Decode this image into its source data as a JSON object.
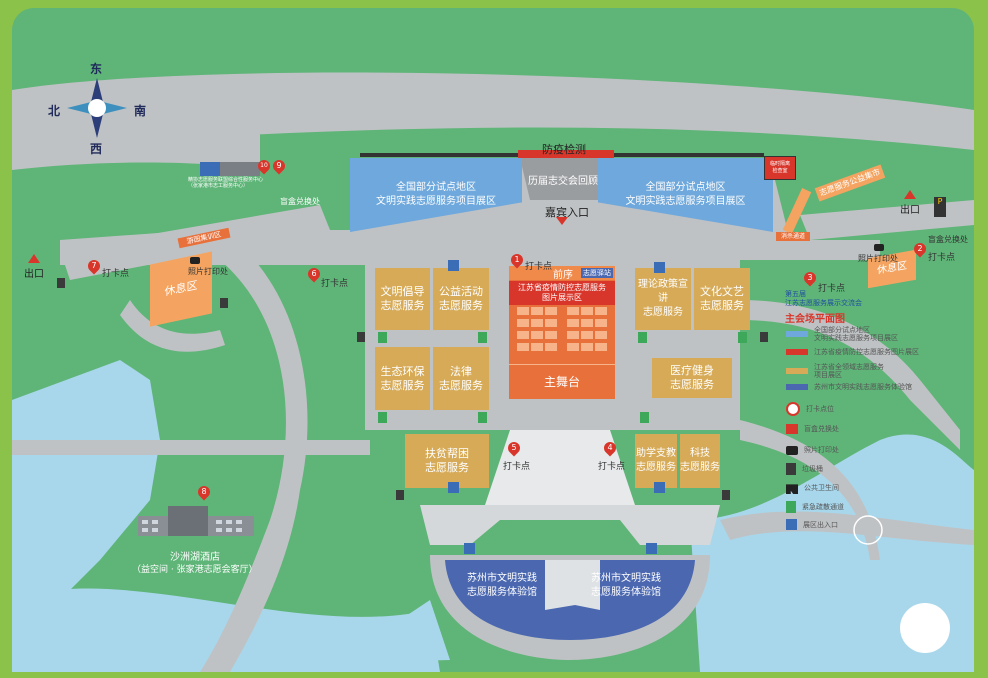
{
  "compass": {
    "north": "北",
    "south": "南",
    "east": "东",
    "west": "西"
  },
  "entrance": {
    "checkpoint": "防疫检测",
    "corridor": "历届志交会回顾",
    "vip": "嘉宾入口"
  },
  "exhibition": {
    "left": "全国部分试点地区\n文明实践志愿服务项目展区",
    "right": "全国部分试点地区\n文明实践志愿服务项目展区"
  },
  "top_right_box": "临时隔离\n检查室",
  "market_strip": "志愿服务公益集市",
  "mini_strip_left": "游园集训区",
  "mini_strip_right": "消杀通道",
  "exits": {
    "left": "出口",
    "right": "出口"
  },
  "rest_left": "休息区",
  "rest_right": "休息区",
  "zones": {
    "wenming": "文明倡导\n志愿服务",
    "gongyi": "公益活动\n志愿服务",
    "shengtai": "生态环保\n志愿服务",
    "falv": "法律\n志愿服务",
    "fupin": "扶贫帮困\n志愿服务",
    "lilun": "理论政策宣讲\n志愿服务",
    "wenhua": "文化文艺\n志愿服务",
    "yiliao": "医疗健身\n志愿服务",
    "zhuxue": "助学支教\n志愿服务",
    "keji": "科技\n志愿服务"
  },
  "stage": {
    "prelude": "前序",
    "post": "志愿驿站",
    "gallery": "江苏省疫情防控志愿服务\n图片展示区",
    "main": "主舞台"
  },
  "pavilion": {
    "left": "苏州市文明实践\n志愿服务体验馆",
    "right": "苏州市文明实践\n志愿服务体验馆"
  },
  "hotel": {
    "name": "沙洲湖酒店",
    "sub": "（益空间 · 张家港志愿会客厅）"
  },
  "building_top_caption": "精协志愿服务联盟综合性服务中心\n（张家港市志工服务中心）",
  "checkpoints": [
    {
      "no": "1",
      "label": "打卡点"
    },
    {
      "no": "2",
      "label": "打卡点"
    },
    {
      "no": "3",
      "label": "打卡点"
    },
    {
      "no": "4",
      "label": "打卡点"
    },
    {
      "no": "5",
      "label": "打卡点"
    },
    {
      "no": "6",
      "label": "打卡点"
    },
    {
      "no": "7",
      "label": "打卡点"
    },
    {
      "no": "8",
      "label": ""
    },
    {
      "no": "9",
      "label": ""
    },
    {
      "no": "10",
      "label": ""
    }
  ],
  "services": {
    "gift_left": "盲盒兑换处",
    "gift_right": "盲盒兑换处",
    "print_left": "照片打印处",
    "print_right": "照片打印处"
  },
  "legend": {
    "title_small": "第五届\n江苏志愿服务展示交流会",
    "title_big": "主会场平面图",
    "items": [
      {
        "color": "#6ea8dc",
        "text": "全国部分试点地区\n文明实践志愿服务项目展区"
      },
      {
        "color": "#d9362b",
        "text": "江苏省疫情防控志愿服务图片展区"
      },
      {
        "color": "#d6aa57",
        "text": "江苏省全领域志愿服务\n项目展区"
      },
      {
        "color": "#4a67b0",
        "text": "苏州市文明实践志愿服务体验馆"
      }
    ],
    "icons": [
      {
        "icon": "pin-icon",
        "text": "打卡点位"
      },
      {
        "icon": "gift-icon",
        "text": "盲盒兑换处"
      },
      {
        "icon": "camera-icon",
        "text": "照片打印处"
      },
      {
        "icon": "trash-icon",
        "text": "垃圾桶"
      },
      {
        "icon": "restroom-icon",
        "text": "公共卫生间"
      },
      {
        "icon": "exit-icon",
        "text": "紧急疏散通道"
      },
      {
        "icon": "enter-icon",
        "text": "展区出入口"
      }
    ]
  },
  "colors": {
    "grass": "#5fb478",
    "road": "#bfc2c4",
    "water": "#a8d7ec",
    "exhibit_blue": "#6ea8dc",
    "gold": "#d6aa57",
    "orange": "#e8703a",
    "pavilion": "#4a67b0",
    "frame": "#8bc34a"
  }
}
